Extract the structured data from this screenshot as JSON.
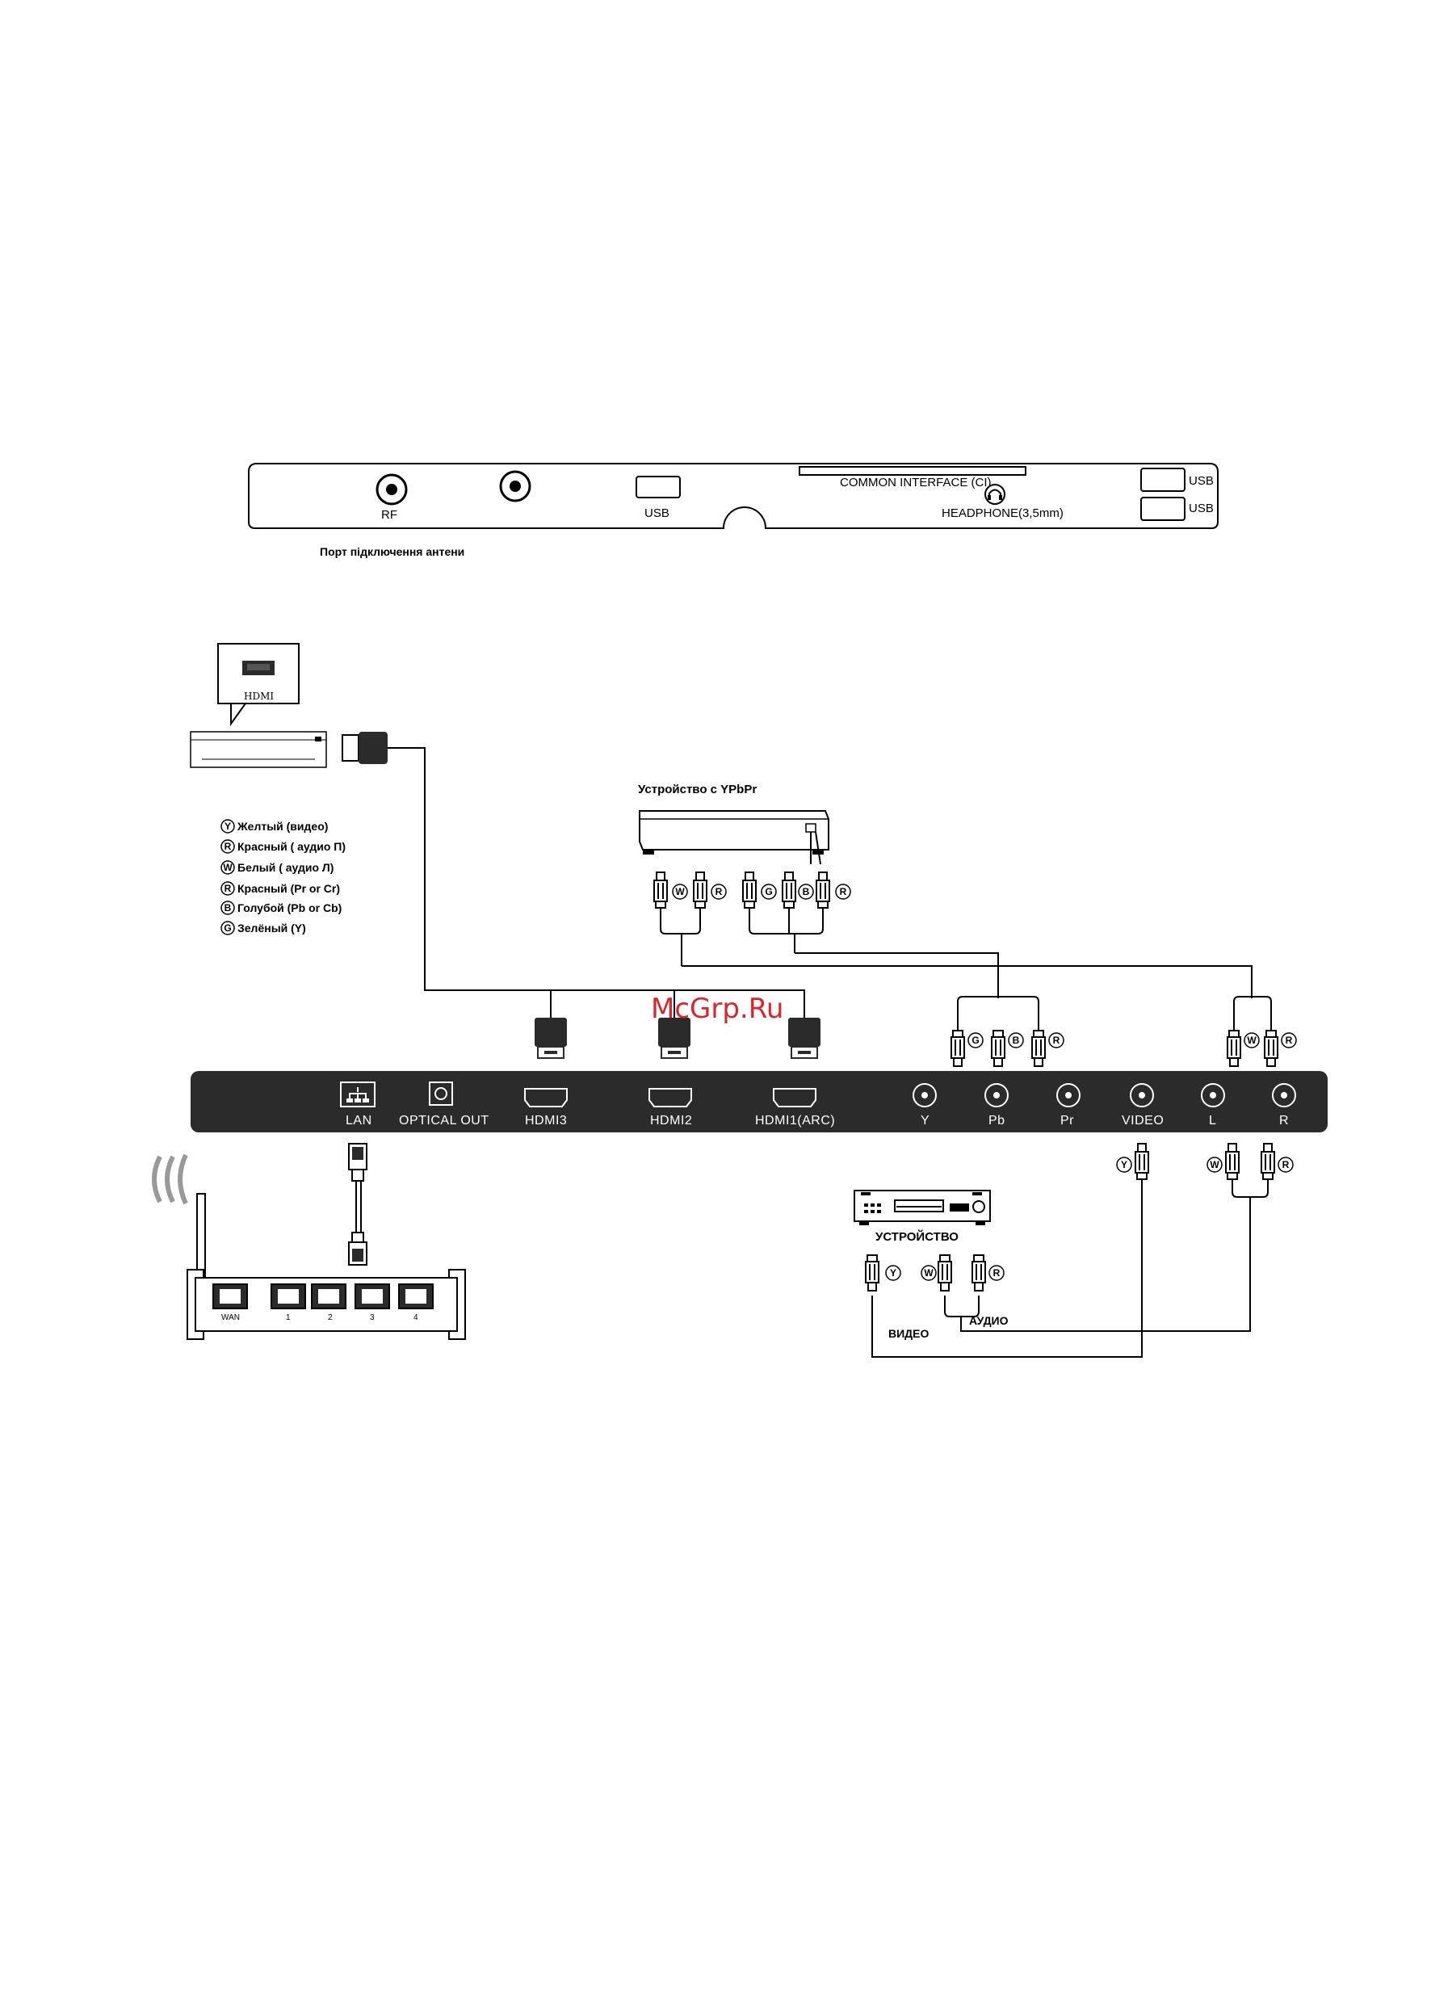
{
  "top_panel": {
    "rf_label": "RF",
    "usb_label": "USB",
    "ci_label": "COMMON INTERFACE (CI)",
    "headphone_label": "HEADPHONE(3,5mm)",
    "usb_right_1": "USB",
    "usb_right_2": "USB",
    "antenna_caption": "Порт підключення антени"
  },
  "hdmi_source": {
    "label": "HDMI"
  },
  "legend": {
    "items": [
      {
        "letter": "Y",
        "text": "Желтый (видео)"
      },
      {
        "letter": "R",
        "text": "Красный ( аудио П)"
      },
      {
        "letter": "W",
        "text": "Белый ( аудио Л)"
      },
      {
        "letter": "R",
        "text": "Красный (Pr or Cr)"
      },
      {
        "letter": "B",
        "text": "Голубой (Pb or Cb)"
      },
      {
        "letter": "G",
        "text": "Зелёный (Y)"
      }
    ]
  },
  "ypbpr_device": {
    "title": "Устройство с YPbPr"
  },
  "watermark": "McGrp.Ru",
  "bottom_panel": {
    "ports": [
      "LAN",
      "OPTICAL OUT",
      "HDMI3",
      "HDMI2",
      "HDMI1(ARC)",
      "Y",
      "Pb",
      "Pr",
      "VIDEO",
      "L",
      "R"
    ]
  },
  "router": {
    "ports": [
      "WAN",
      "1",
      "2",
      "3",
      "4"
    ]
  },
  "av_device": {
    "title": "УСТРОЙСТВО",
    "video_label": "ВИДЕО",
    "audio_label": "АУДИО"
  },
  "plug_letters": {
    "Y": "Y",
    "W": "W",
    "R": "R",
    "G": "G",
    "B": "B"
  },
  "colors": {
    "panel_dark": "#2b2b2b",
    "watermark_red": "#d8262c"
  }
}
